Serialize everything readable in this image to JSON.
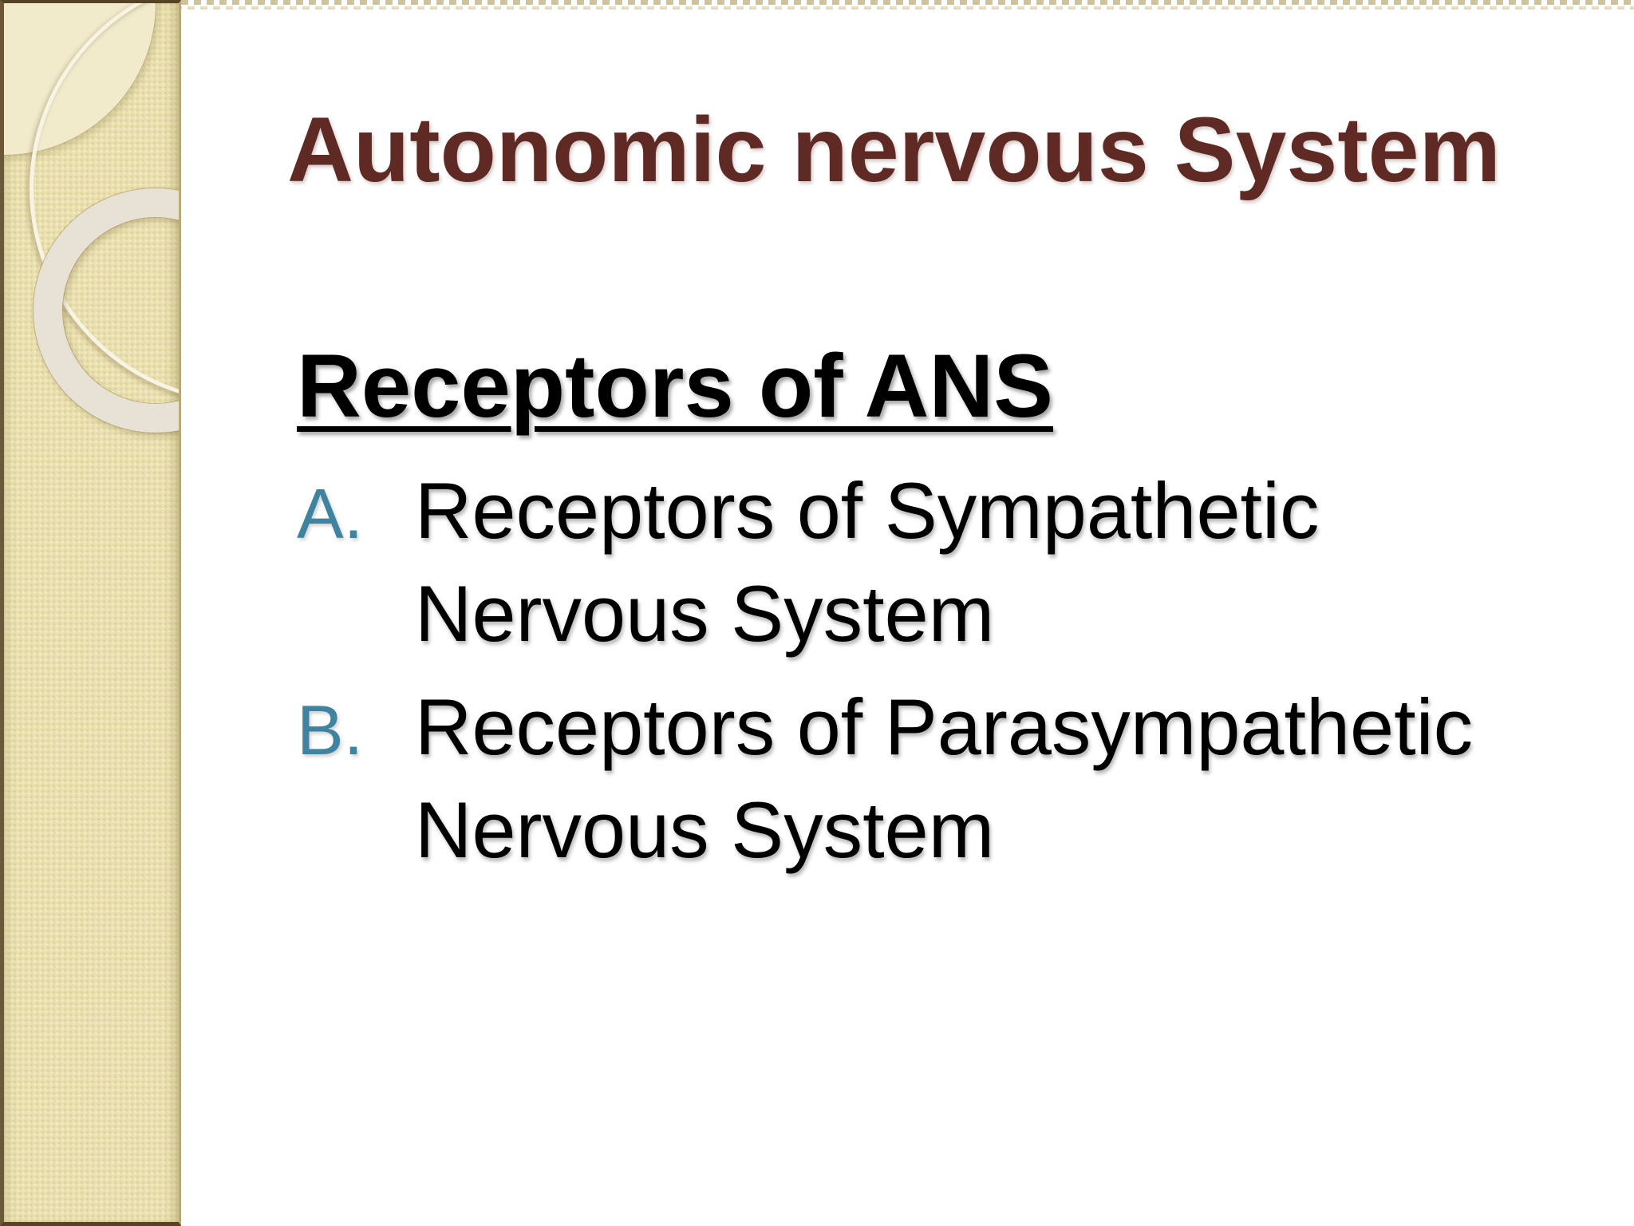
{
  "slide": {
    "title": "Autonomic nervous System",
    "heading": "Receptors of ANS",
    "items": [
      {
        "marker": "A.",
        "text": "Receptors of Sympathetic Nervous System"
      },
      {
        "marker": "B.",
        "text": "Receptors of Parasympathetic Nervous System"
      }
    ]
  },
  "colors": {
    "title_text": "#5E2A23",
    "body_text": "#000000",
    "list_marker": "#3E84A0",
    "sidebar_bg": "#E9E0AE",
    "sidebar_border": "#564327",
    "sidebar_edge_line": "#B9AA76",
    "corner_disc": "#F1EACB",
    "thin_ring": "#F8F4E3",
    "thick_ring": "#E7E2D5",
    "top_strip_dash": "#CFC39B",
    "slide_bg": "#FFFFFF"
  }
}
